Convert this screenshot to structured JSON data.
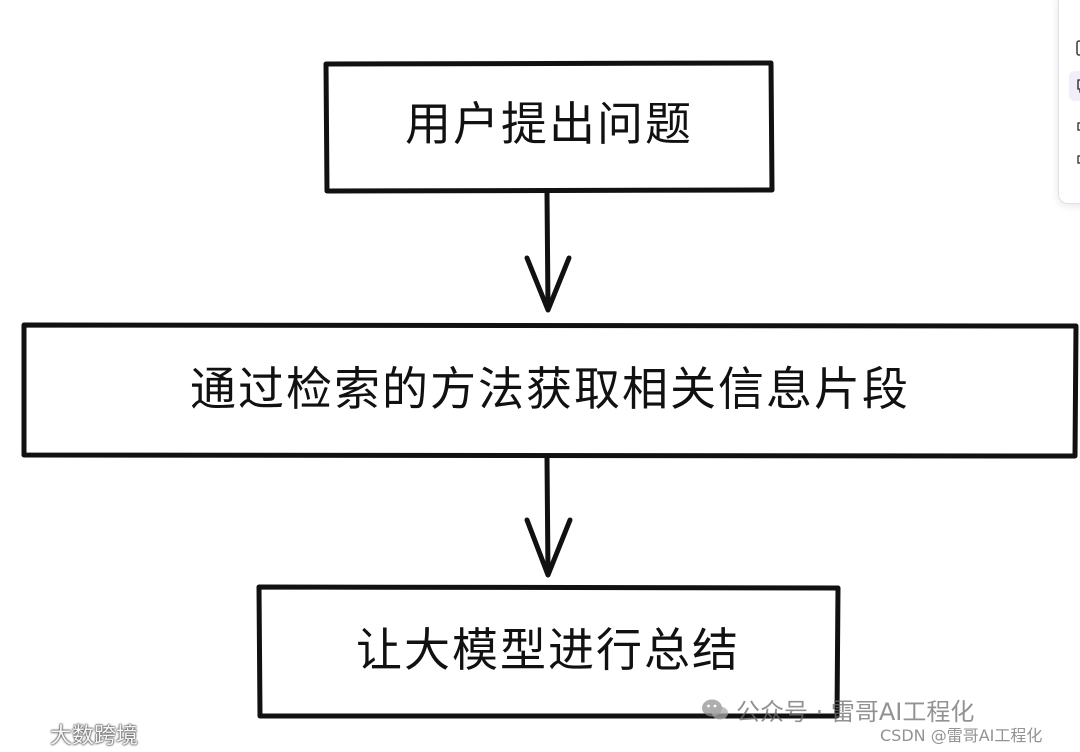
{
  "flowchart": {
    "steps": [
      {
        "label": "用户提出问题"
      },
      {
        "label": "通过检索的方法获取相关信息片段"
      },
      {
        "label": "让大模型进行总结"
      }
    ]
  },
  "watermarks": {
    "left": "大数跨境",
    "wechat": "公众号 · 雷哥AI工程化",
    "csdn": "CSDN @雷哥AI工程化"
  },
  "toolbar": {
    "icons": [
      "edit-icon",
      "comment-icon",
      "thumbs-up-icon",
      "thumbs-down-icon"
    ],
    "accent": "#7c5cff"
  }
}
